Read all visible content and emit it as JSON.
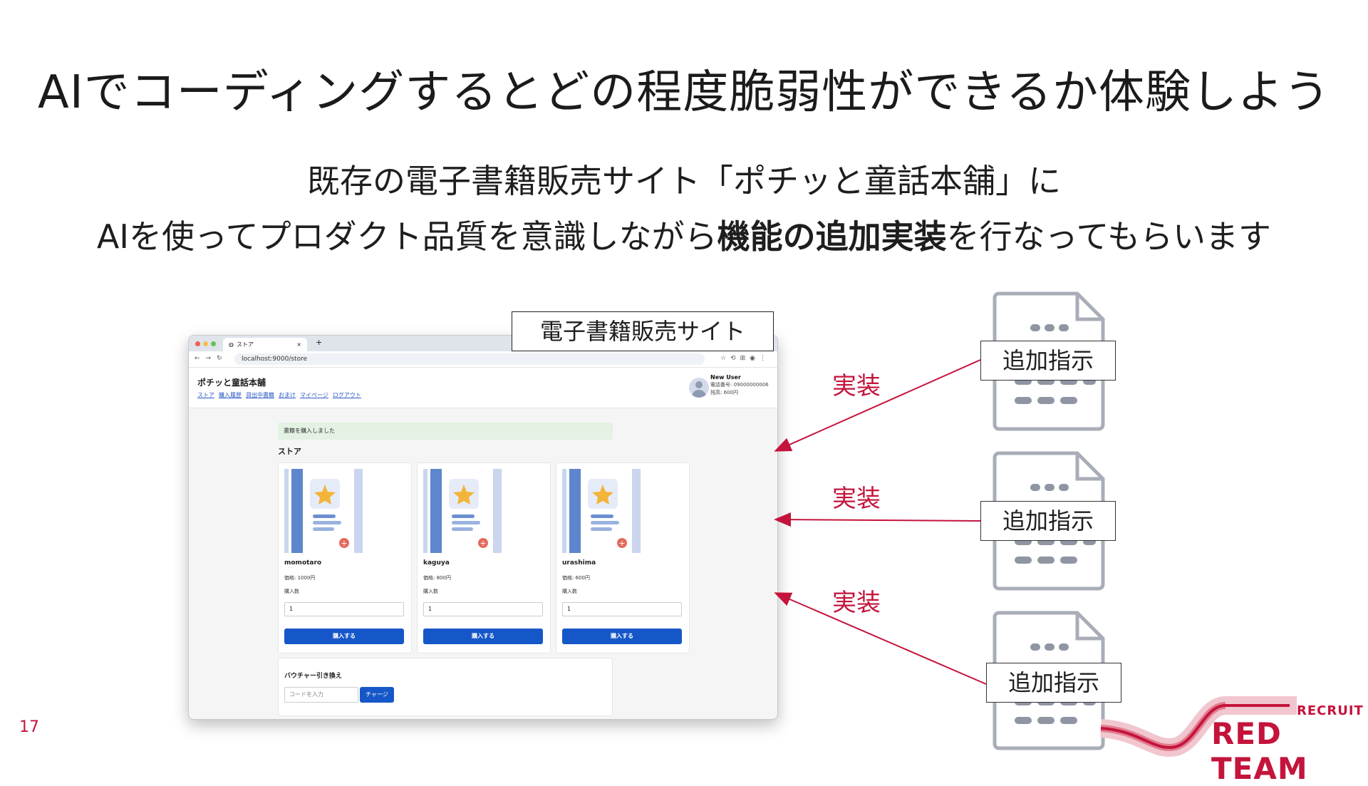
{
  "slide": {
    "title": "AIでコーディングするとどの程度脆弱性ができるか体験しよう",
    "subtitle_line1": "既存の電子書籍販売サイト「ポチッと童話本舗」に",
    "subtitle_line2_pre": "AIを使ってプロダクト品質を意識しながら",
    "subtitle_line2_bold": "機能の追加実装",
    "subtitle_line2_post": "を行なってもらいます",
    "site_label": "電子書籍販売サイト",
    "impl_labels": [
      "実装",
      "実装",
      "実装"
    ],
    "instruction_labels": [
      "追加指示",
      "追加指示",
      "追加指示"
    ],
    "page_number": "17",
    "logo_top": "RECRUIT",
    "logo_bottom": "RED TEAM",
    "accent_color": "#c4143c"
  },
  "browser": {
    "tab_title": "ストア",
    "url": "localhost:9000/store",
    "site_name": "ポチッと童話本舗",
    "nav": [
      "ストア",
      "購入履歴",
      "貸出中書籍",
      "おまけ",
      "マイページ",
      "ログアウト"
    ],
    "user": {
      "name": "New User",
      "phone": "電話番号: 09000000006",
      "balance": "残高: 600円"
    },
    "notice": "書籍を購入しました",
    "store_heading": "ストア",
    "books": [
      {
        "title": "momotaro",
        "price": "価格: 1000円",
        "qty_label": "購入数",
        "qty": "1",
        "button": "購入する"
      },
      {
        "title": "kaguya",
        "price": "価格: 800円",
        "qty_label": "購入数",
        "qty": "1",
        "button": "購入する"
      },
      {
        "title": "urashima",
        "price": "価格: 600円",
        "qty_label": "購入数",
        "qty": "1",
        "button": "購入する"
      }
    ],
    "voucher": {
      "heading": "バウチャー引き換え",
      "placeholder": "コードを入力",
      "button": "チャージ"
    }
  }
}
